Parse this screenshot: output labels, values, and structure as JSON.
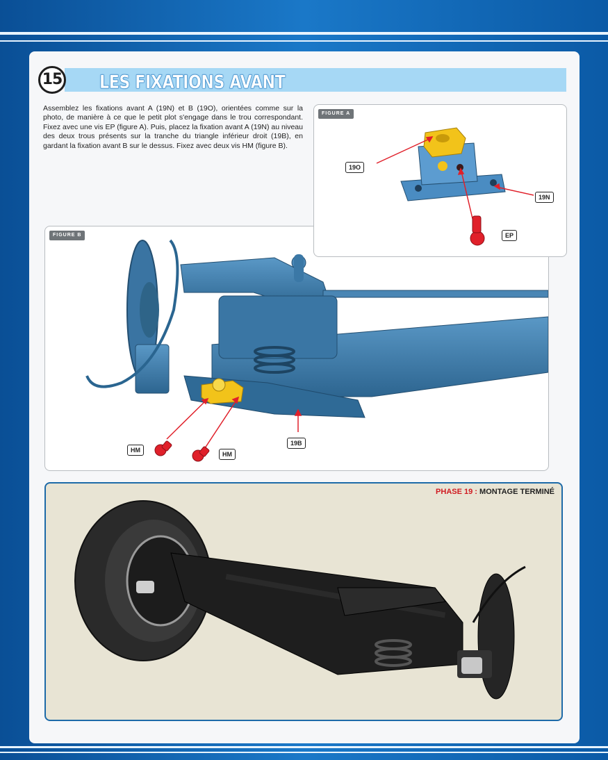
{
  "header": {
    "step_number": "15",
    "title": "LES FIXATIONS AVANT"
  },
  "instructions": {
    "text": "Assemblez les fixations avant A (19N) et B (19O), orientées comme sur la photo, de manière à ce que le petit plot s'engage dans le trou correspondant. Fixez avec une vis EP (figure A). Puis, placez la fixation avant A (19N) au niveau des deux trous présents sur la tranche du triangle inférieur droit (19B), en gardant la fixation avant B sur le dessus. Fixez avec deux vis HM (figure B)."
  },
  "figure_a": {
    "tag": "FIGURE A",
    "labels": {
      "part_19o": "19O",
      "part_19n": "19N",
      "screw_ep": "EP"
    }
  },
  "figure_b": {
    "tag": "FIGURE B",
    "labels": {
      "screw_hm_1": "HM",
      "screw_hm_2": "HM",
      "part_19b": "19B"
    }
  },
  "phase": {
    "prefix": "PHASE 19",
    "separator": " : ",
    "status": "MONTAGE TERMINÉ"
  },
  "colors": {
    "brand_blue": "#1a78c8",
    "title_bar": "#a6d8f5",
    "part_blue": "#3a78a8",
    "part_yellow": "#f2c31a",
    "screw_red": "#e0202a",
    "callout_arrow": "#e0202a",
    "phase_red": "#d01a20",
    "phase_panel_bg": "#e8e4d4"
  }
}
